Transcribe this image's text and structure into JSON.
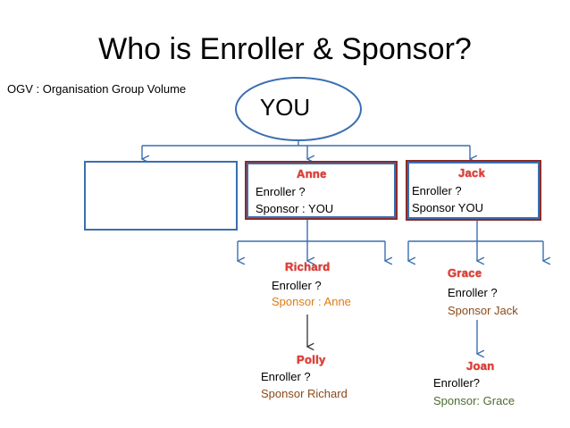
{
  "title": "Who is Enroller & Sponsor?",
  "legend": "OGV : Organisation Group Volume",
  "root": {
    "label": "YOU"
  },
  "anne": {
    "name": "Anne",
    "enroller": "Enroller ?",
    "sponsor": "Sponsor : YOU"
  },
  "jack": {
    "name": "Jack",
    "enroller": "Enroller ?",
    "sponsor": "Sponsor YOU"
  },
  "richard": {
    "name": "Richard",
    "enroller": "Enroller ?",
    "sponsor": "Sponsor : Anne"
  },
  "grace": {
    "name": "Grace",
    "enroller": "Enroller ?",
    "sponsor": "Sponsor Jack"
  },
  "polly": {
    "name": "Polly",
    "enroller": "Enroller ?",
    "sponsor": "Sponsor Richard"
  },
  "joan": {
    "name": "Joan",
    "enroller": "Enroller?",
    "sponsor": "Sponsor: Grace"
  },
  "colors": {
    "line": "#3a6fb0",
    "box_outer": "#8b2b2b",
    "name": "#e8392f",
    "orange": "#e07b10",
    "brown": "#8b4a1a",
    "green": "#4c6d2e"
  }
}
